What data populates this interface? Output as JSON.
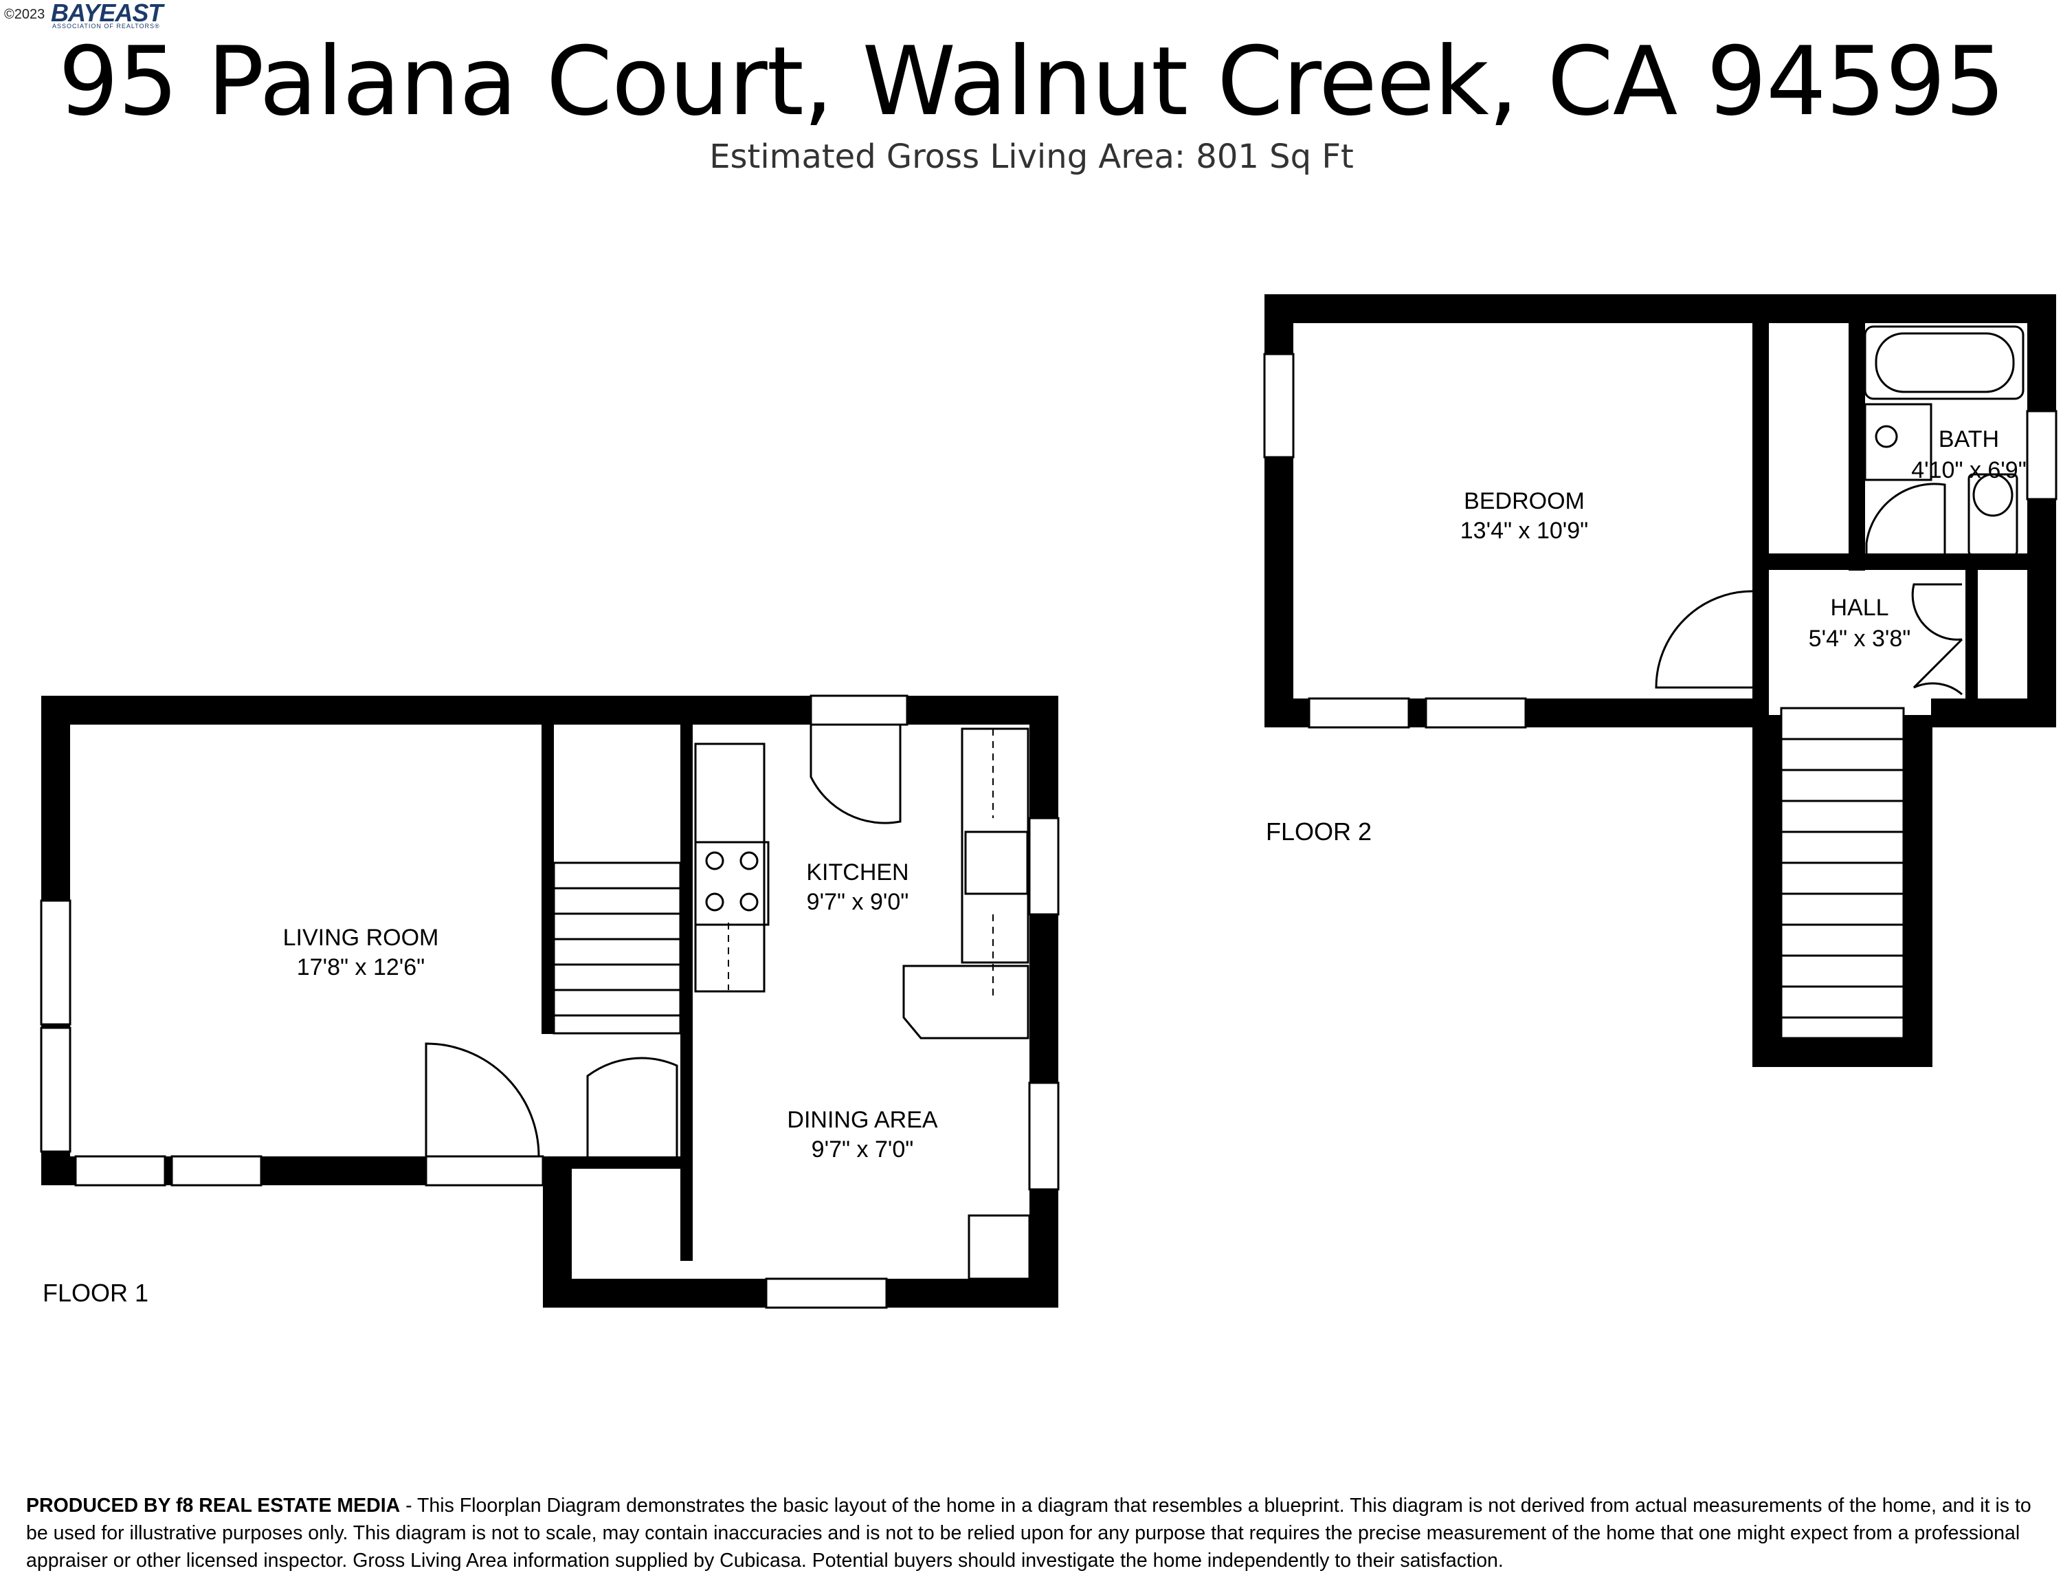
{
  "logo": {
    "copyright": "©2023",
    "brand": "BAYEAST",
    "brand_sub": "ASSOCIATION OF REALTORS®"
  },
  "header": {
    "title": "95 Palana Court, Walnut Creek, CA 94595",
    "subtitle": "Estimated Gross Living Area: 801 Sq Ft"
  },
  "floors": {
    "floor1": {
      "label": "FLOOR 1"
    },
    "floor2": {
      "label": "FLOOR 2"
    }
  },
  "rooms": {
    "living_room": {
      "name": "LIVING ROOM",
      "dims": "17'8\" x 12'6\""
    },
    "kitchen": {
      "name": "KITCHEN",
      "dims": "9'7\" x 9'0\""
    },
    "dining_area": {
      "name": "DINING AREA",
      "dims": "9'7\" x 7'0\""
    },
    "bedroom": {
      "name": "BEDROOM",
      "dims": "13'4\" x 10'9\""
    },
    "bath": {
      "name": "BATH",
      "dims": "4'10\" x 6'9\""
    },
    "hall": {
      "name": "HALL",
      "dims": "5'4\" x 3'8\""
    }
  },
  "disclaimer": {
    "lead": "PRODUCED BY f8 REAL ESTATE MEDIA",
    "text": " - This Floorplan Diagram demonstrates the basic layout of the home in a diagram that resembles a blueprint. This diagram is not derived from actual measurements of the home, and it is to be used for illustrative purposes only. This diagram is not to scale, may contain inaccuracies and is not to be relied upon for any purpose that requires the precise measurement of the home that one might expect from a professional appraiser or other licensed inspector. Gross Living Area information supplied by Cubicasa. Potential buyers should investigate the home independently to their satisfaction."
  }
}
